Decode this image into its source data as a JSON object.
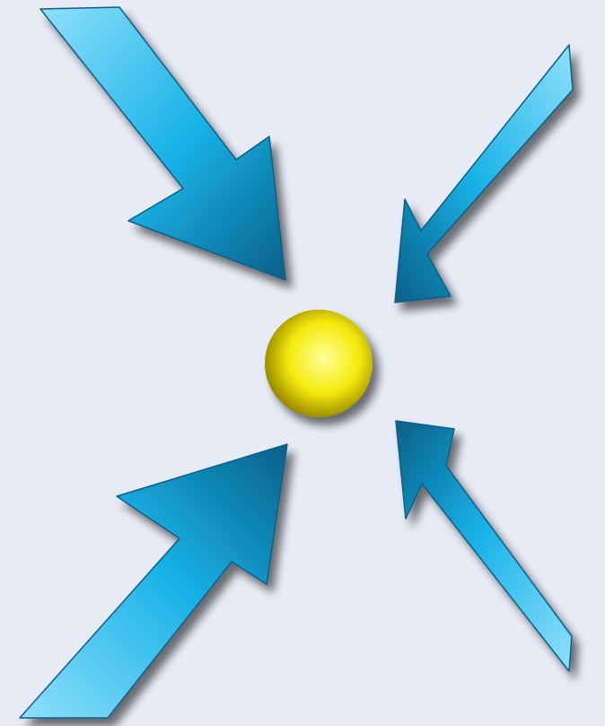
{
  "colors": {
    "background": "#e7ebf5",
    "arrow": "#16b1e6",
    "arrow_dark": "#0a5f86",
    "arrow_light": "#8fe0fb",
    "dot": "#f4ea0a",
    "dot_dark": "#8a7a00",
    "dot_light": "#ffff9a"
  },
  "arrows": [
    {
      "name": "arrow-top-left",
      "direction": "down-right"
    },
    {
      "name": "arrow-top-right",
      "direction": "down-left"
    },
    {
      "name": "arrow-bottom-left",
      "direction": "up-right"
    },
    {
      "name": "arrow-bottom-right",
      "direction": "up-left"
    }
  ],
  "center": {
    "name": "center-dot",
    "shape": "circle"
  }
}
